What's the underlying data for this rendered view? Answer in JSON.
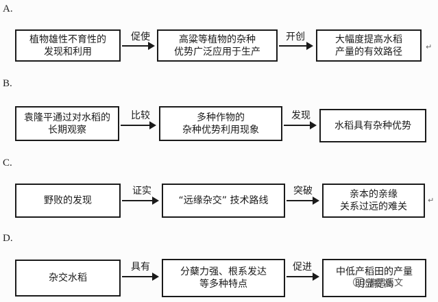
{
  "options": [
    {
      "label": "A.",
      "box1": [
        "植物雄性不育性的",
        "发现和利用"
      ],
      "arrow1": "促使",
      "box2": [
        "高粱等植物的杂种",
        "优势广泛应用于生产"
      ],
      "arrow2": "开创",
      "box3": [
        "大幅度提高水稻",
        "产量的有效路径"
      ]
    },
    {
      "label": "B.",
      "box1": [
        "袁隆平通过对水稻的",
        "长期观察"
      ],
      "arrow1": "比较",
      "box2": [
        "多种作物的",
        "杂种优势利用现象"
      ],
      "arrow2": "发现",
      "box3": [
        "水稻具有杂种优势"
      ]
    },
    {
      "label": "C.",
      "box1": [
        "野败的发现"
      ],
      "arrow1": "证实",
      "box2": [
        "“远缘杂交” 技术路线"
      ],
      "arrow2": "突破",
      "box3": [
        "亲本的亲缘",
        "关系过远的难关"
      ]
    },
    {
      "label": "D.",
      "box1": [
        "杂交水稻"
      ],
      "arrow1": "具有",
      "box2": [
        "分蘖力强、根系发达",
        "等多种特点"
      ],
      "arrow2": "促进",
      "box3": [
        "中低产稻田的产量",
        "明显提高"
      ]
    }
  ],
  "paragraph_mark": "↵",
  "watermark": "淮阴语文"
}
